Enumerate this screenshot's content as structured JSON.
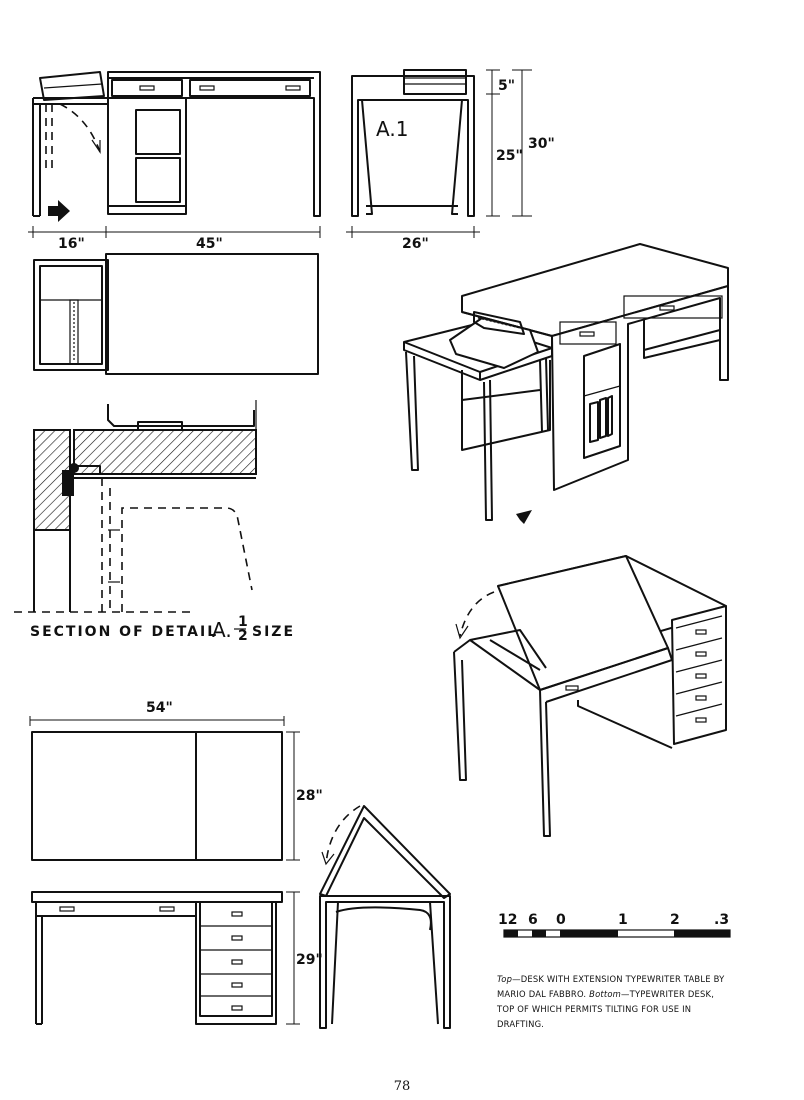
{
  "dimensions": {
    "top_left_width": "16\"",
    "top_main_width": "45\"",
    "side_width": "26\"",
    "typewriter_height": "5\"",
    "table_height": "25\"",
    "total_height": "30\"",
    "drafting_width": "54\"",
    "drafting_depth": "28\"",
    "drafting_height": "29\""
  },
  "labels": {
    "detail_callout": "A.1",
    "section_label": "SECTION OF DETAIL",
    "section_letter": "A.",
    "section_frac_num": "1",
    "section_frac_den": "2",
    "section_size": "SIZE"
  },
  "scale": [
    "12",
    "6",
    "0",
    "1",
    "2",
    ".3"
  ],
  "caption": {
    "top_label": "Top",
    "top_text": "—DESK WITH EXTENSION TYPEWRITER TABLE BY MARIO DAL FABBRO. ",
    "bottom_label": "Bottom",
    "bottom_text": "—TYPEWRITER DESK, TOP OF WHICH PERMITS TILTING FOR USE IN DRAFTING."
  },
  "page_number": "78"
}
